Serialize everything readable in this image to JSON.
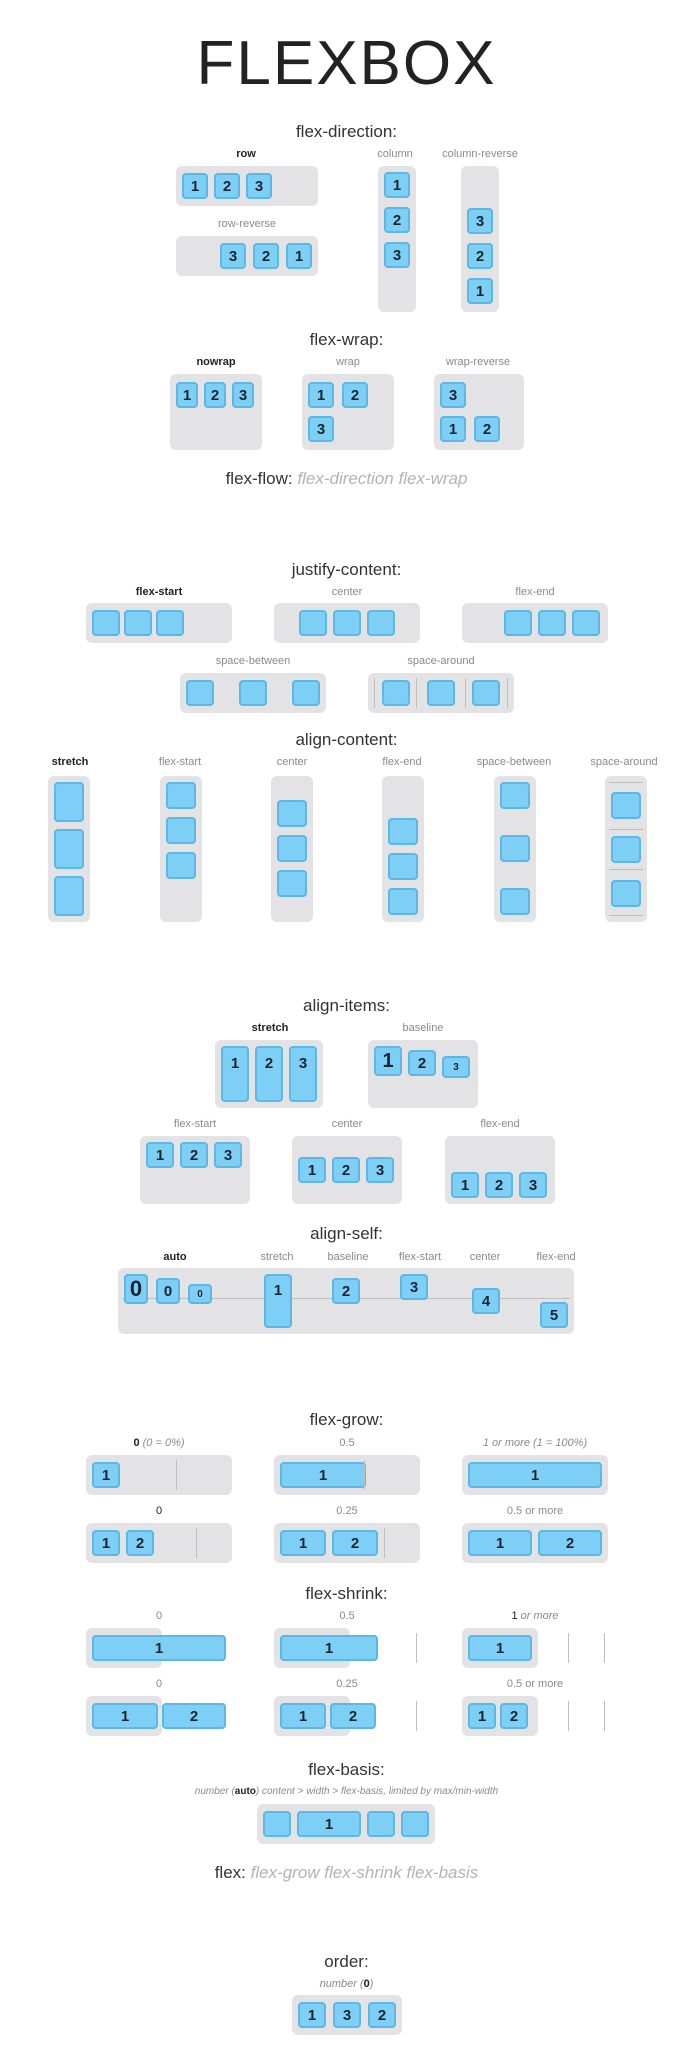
{
  "title": "FLEXBOX",
  "flex_direction": {
    "title": "flex-direction:",
    "labels": {
      "row": "row",
      "row_reverse": "row-reverse",
      "column": "column",
      "column_reverse": "column-reverse"
    },
    "row": [
      "1",
      "2",
      "3"
    ],
    "row_reverse": [
      "3",
      "2",
      "1"
    ],
    "column": [
      "1",
      "2",
      "3"
    ],
    "column_reverse": [
      "3",
      "2",
      "1"
    ]
  },
  "flex_wrap": {
    "title": "flex-wrap:",
    "labels": {
      "nowrap": "nowrap",
      "wrap": "wrap",
      "wrap_reverse": "wrap-reverse"
    },
    "nowrap": [
      "1",
      "2",
      "3"
    ],
    "wrap": [
      "1",
      "2",
      "3"
    ],
    "wrap_reverse": [
      "3",
      "1",
      "2"
    ]
  },
  "flex_flow": {
    "label": "flex-flow:",
    "args": "flex-direction  flex-wrap"
  },
  "justify_content": {
    "title": "justify-content:",
    "labels": {
      "flex_start": "flex-start",
      "center": "center",
      "flex_end": "flex-end",
      "space_between": "space-between",
      "space_around": "space-around"
    }
  },
  "align_content": {
    "title": "align-content:",
    "labels": {
      "stretch": "stretch",
      "flex_start": "flex-start",
      "center": "center",
      "flex_end": "flex-end",
      "space_between": "space-between",
      "space_around": "space-around"
    }
  },
  "align_items": {
    "title": "align-items:",
    "labels": {
      "stretch": "stretch",
      "baseline": "baseline",
      "flex_start": "flex-start",
      "center": "center",
      "flex_end": "flex-end"
    },
    "items": [
      "1",
      "2",
      "3"
    ]
  },
  "align_self": {
    "title": "align-self:",
    "labels": {
      "auto": "auto",
      "stretch": "stretch",
      "baseline": "baseline",
      "flex_start": "flex-start",
      "center": "center",
      "flex_end": "flex-end"
    },
    "items": [
      "0",
      "0",
      "0",
      "1",
      "2",
      "3",
      "4",
      "5"
    ]
  },
  "flex_grow": {
    "title": "flex-grow:",
    "labels": {
      "zero_a": "0",
      "zero_a_note": "(0 = 0%)",
      "half": "0.5",
      "one_more_a": "1",
      "one_more_a_note": "or more (1 = 100%)",
      "zero_b": "0",
      "quarter": "0.25",
      "half_more": "0.5 or more"
    },
    "items": [
      "1",
      "2"
    ]
  },
  "flex_shrink": {
    "title": "flex-shrink:",
    "labels": {
      "zero_a": "0",
      "half": "0.5",
      "one_more": "1",
      "one_more_note": "or more",
      "zero_b": "0",
      "quarter": "0.25",
      "half_more": "0.5 or more"
    },
    "items": [
      "1",
      "2"
    ]
  },
  "flex_basis": {
    "title": "flex-basis:",
    "note_pre": "number (",
    "note_auto": "auto",
    "note_post": ") content > width > flex-basis, limited by max/min-width",
    "item": "1"
  },
  "flex": {
    "label": "flex:",
    "args": "flex-grow  flex-shrink  flex-basis"
  },
  "order": {
    "title": "order:",
    "note_pre": "number (",
    "note_zero": "0",
    "note_post": ")",
    "items": [
      "1",
      "3",
      "2"
    ]
  },
  "colors": {
    "item_fill": "#7ecff5",
    "item_border": "#5bb7e3",
    "container": "#e3e3e5"
  }
}
